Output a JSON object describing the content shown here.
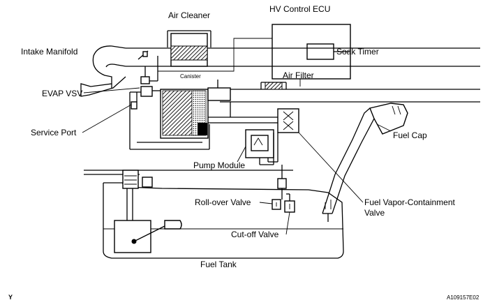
{
  "labels": {
    "air_cleaner": "Air Cleaner",
    "hv_control_ecu": "HV Control ECU",
    "intake_manifold": "Intake Manifold",
    "soak_timer": "Soak Timer",
    "canister": "Canister",
    "air_filter": "Air Filter",
    "evap_vsv": "EVAP VSV",
    "service_port": "Service Port",
    "fuel_cap": "Fuel Cap",
    "pump_module": "Pump Module",
    "rollover_valve": "Roll-over Valve",
    "fuel_vapor_valve_line1": "Fuel Vapor-Containment",
    "fuel_vapor_valve_line2": "Valve",
    "cutoff_valve": "Cut-off Valve",
    "fuel_tank": "Fuel Tank"
  },
  "footer": {
    "left_code": "Y",
    "right_code": "A109157E02"
  }
}
